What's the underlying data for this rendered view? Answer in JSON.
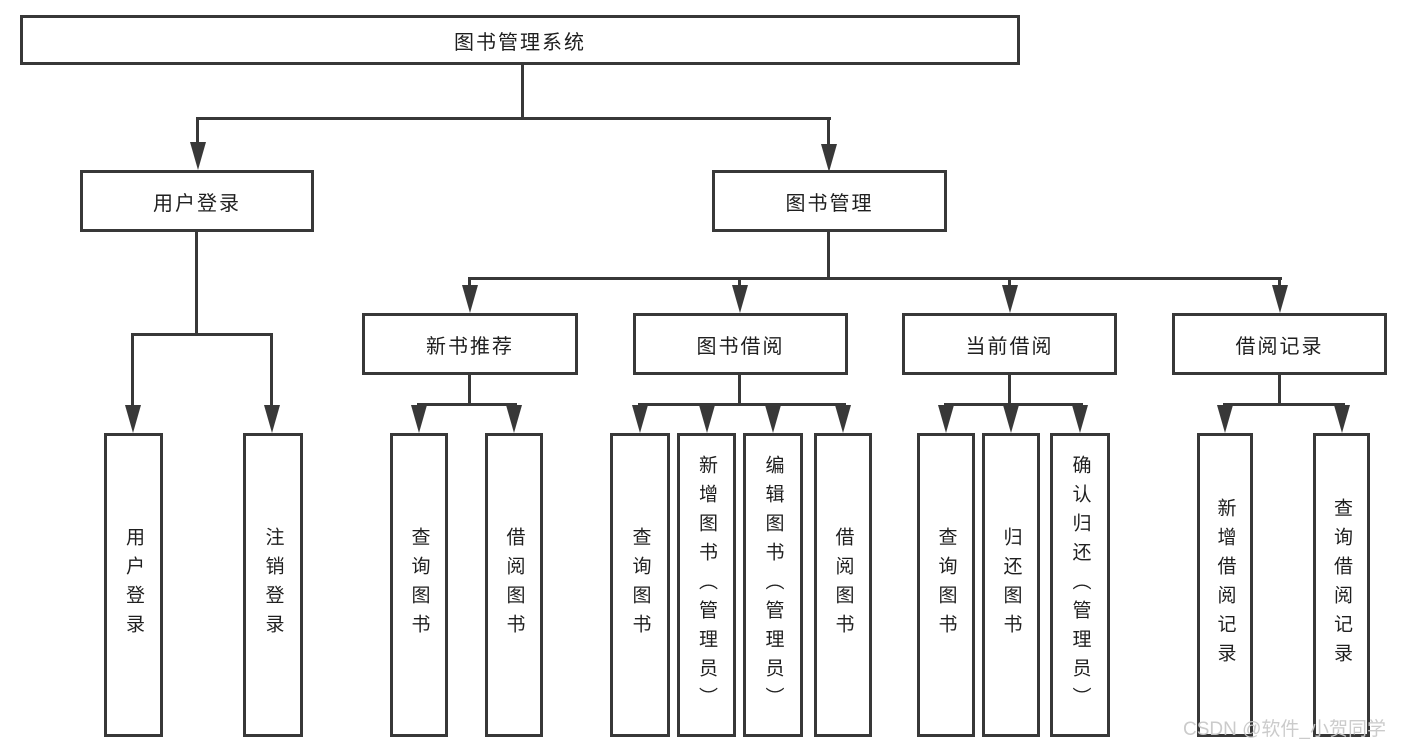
{
  "tree": {
    "root": {
      "label": "图书管理系统",
      "children": [
        {
          "label": "用户登录",
          "children": [
            {
              "label": "用户登录"
            },
            {
              "label": "注销登录"
            }
          ]
        },
        {
          "label": "图书管理",
          "children": [
            {
              "label": "新书推荐",
              "children": [
                {
                  "label": "查询图书"
                },
                {
                  "label": "借阅图书"
                }
              ]
            },
            {
              "label": "图书借阅",
              "children": [
                {
                  "label": "查询图书"
                },
                {
                  "label": "新增图书（管理员）"
                },
                {
                  "label": "编辑图书（管理员）"
                },
                {
                  "label": "借阅图书"
                }
              ]
            },
            {
              "label": "当前借阅",
              "children": [
                {
                  "label": "查询图书"
                },
                {
                  "label": "归还图书"
                },
                {
                  "label": "确认归还（管理员）"
                }
              ]
            },
            {
              "label": "借阅记录",
              "children": [
                {
                  "label": "新增借阅记录"
                },
                {
                  "label": "查询借阅记录"
                }
              ]
            }
          ]
        }
      ]
    }
  },
  "watermark": {
    "text": "CSDN @软件_小贺同学",
    "color": "#c9c9c9"
  },
  "colors": {
    "line": "#383838",
    "border": "#383838",
    "text": "#1f1f1f",
    "background": "#ffffff"
  }
}
